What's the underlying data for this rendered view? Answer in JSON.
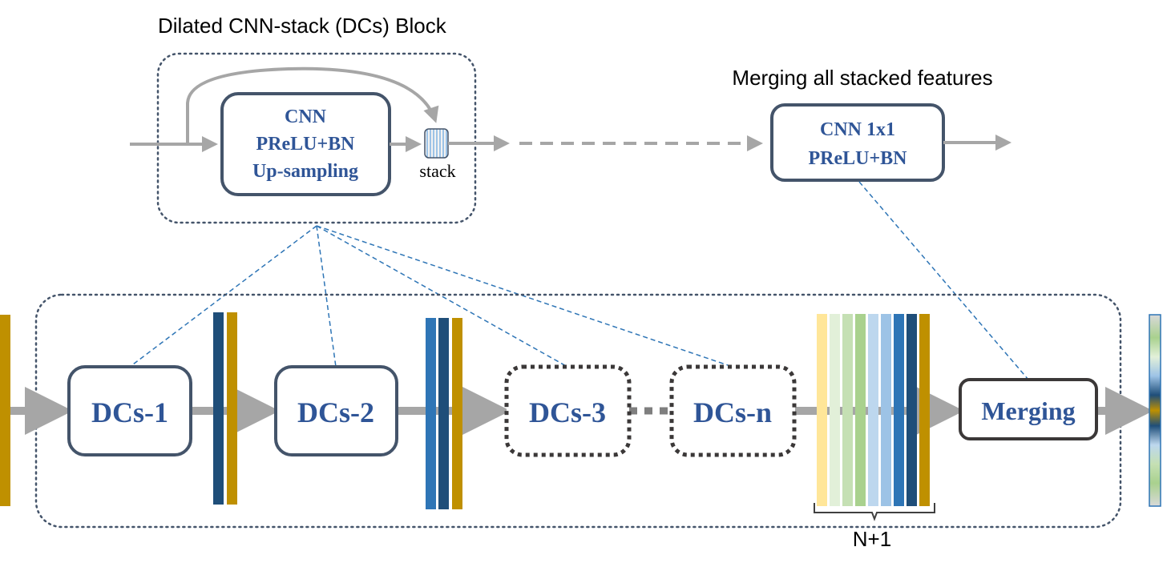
{
  "top_block": {
    "title": "Dilated CNN-stack (DCs) Block",
    "cnn_line1": "CNN",
    "cnn_line2": "PReLU+BN",
    "cnn_line3": "Up-sampling",
    "stack_label": "stack"
  },
  "merge_block": {
    "title": "Merging all stacked features",
    "line1": "CNN 1x1",
    "line2": "PReLU+BN"
  },
  "pipeline": {
    "dcs1": "DCs-1",
    "dcs2": "DCs-2",
    "dcs3": "DCs-3",
    "dcsn": "DCs-n",
    "merging": "Merging",
    "brace_label": "N+1"
  },
  "colors": {
    "box_border": "#44546a",
    "text_blue": "#2f5597",
    "arrow_gray": "#a6a6a6",
    "dashed_line": "#2e75b6",
    "gold": "#bf9000",
    "navy": "#1f4e79",
    "mid_blue": "#2e75b6",
    "light_blue": "#9dc3e6",
    "pale_blue": "#bdd7ee",
    "green": "#a9d18e",
    "pale_green": "#c5e0b4",
    "very_pale_green": "#e2f0d9",
    "pale_yellow": "#ffe699"
  }
}
